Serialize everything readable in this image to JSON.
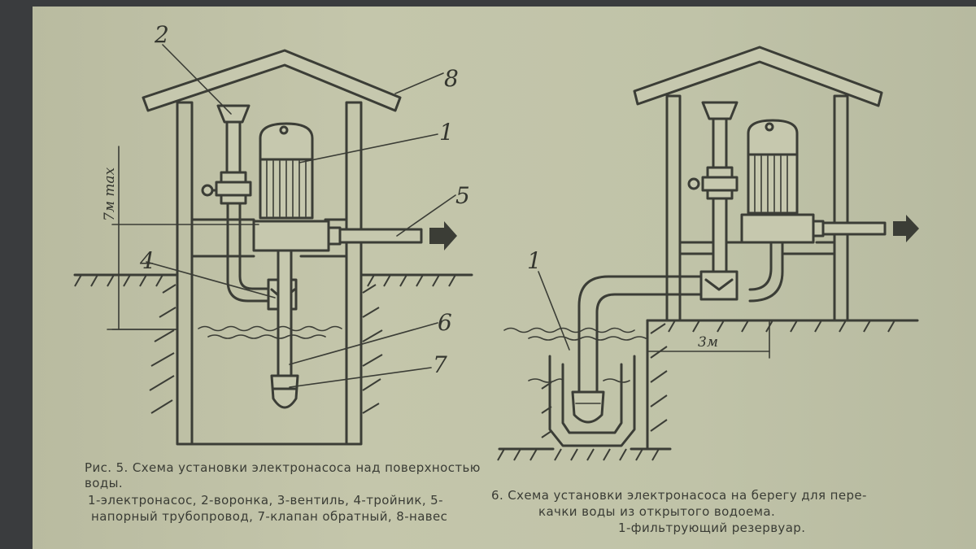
{
  "fig5": {
    "dimension": "7м max",
    "labels": {
      "l1": "1",
      "l2": "2",
      "l4": "4",
      "l5": "5",
      "l6": "6",
      "l7": "7",
      "l8": "8"
    },
    "caption_line1": "Рис. 5. Схема установки электронасоса над поверхностью",
    "caption_line2": "воды.",
    "caption_line3": "1-электронасос, 2-воронка, 3-вентиль, 4-тройник, 5-",
    "caption_line4": "напорный трубопровод, 7-клапан обратный, 8-навес"
  },
  "fig6": {
    "dimension": "3м",
    "labels": {
      "l1": "1"
    },
    "caption_line1": "6. Схема установки электронасоса на берегу для пере-",
    "caption_line2": "качки воды из открытого водоема.",
    "caption_line3": "1-фильтрующий резервуар."
  },
  "colors": {
    "paper": "#c2c4a9",
    "ink": "#3b3d36",
    "background": "#3a3c3e"
  }
}
